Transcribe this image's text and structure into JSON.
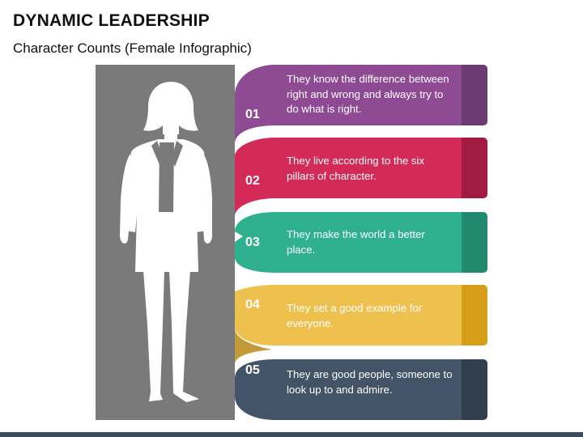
{
  "header": {
    "title": "DYNAMIC LEADERSHIP",
    "subtitle": "Character Counts (Female Infographic)"
  },
  "items": [
    {
      "number": "01",
      "text": "They know the difference between right and wrong and always try to do what is right.",
      "color": "#8e4a93",
      "tab_color": "#6b3c71"
    },
    {
      "number": "02",
      "text": "They live according to the six pillars of character.",
      "color": "#d42a58",
      "tab_color": "#a11b43"
    },
    {
      "number": "03",
      "text": "They make the world a better place.",
      "color": "#2fb08f",
      "tab_color": "#218a6e"
    },
    {
      "number": "04",
      "text": "They set a good example for everyone.",
      "color": "#eec04e",
      "tab_color": "#d79e1a"
    },
    {
      "number": "05",
      "text": "They are good people, someone to look up to and admire.",
      "color": "#435468",
      "tab_color": "#303e4e"
    }
  ],
  "figure": {
    "icon": "female-silhouette-icon",
    "panel_color": "#7a7a7a"
  },
  "footer": {
    "bar_color": "#3b4a5e"
  }
}
